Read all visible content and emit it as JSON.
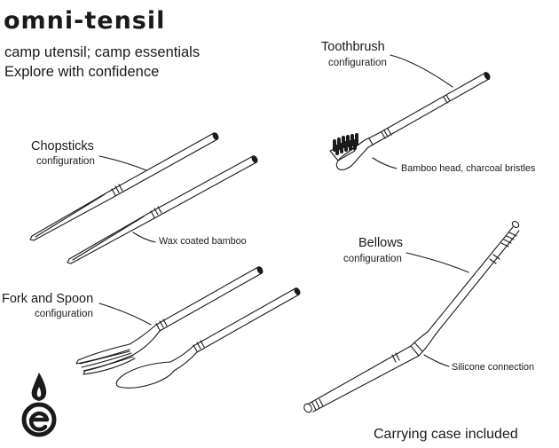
{
  "brand": {
    "name": "omni-tensil",
    "tagline": "camp utensil; camp essentials",
    "slogan": "Explore with confidence",
    "logo_icon": "flame-e-logo-icon"
  },
  "configurations": [
    {
      "title": "Toothbrush",
      "subtitle": "configuration",
      "callout": "Bamboo head, charcoal bristles"
    },
    {
      "title": "Chopsticks",
      "subtitle": "configuration",
      "callout": "Wax coated bamboo"
    },
    {
      "title": "Bellows",
      "subtitle": "configuration",
      "callout": "Silicone connection"
    },
    {
      "title": "Fork and Spoon",
      "subtitle": "configuration",
      "callout": ""
    }
  ],
  "footer": {
    "note": "Carrying case included"
  },
  "colors": {
    "ink": "#1a1a1a",
    "background": "#ffffff"
  }
}
